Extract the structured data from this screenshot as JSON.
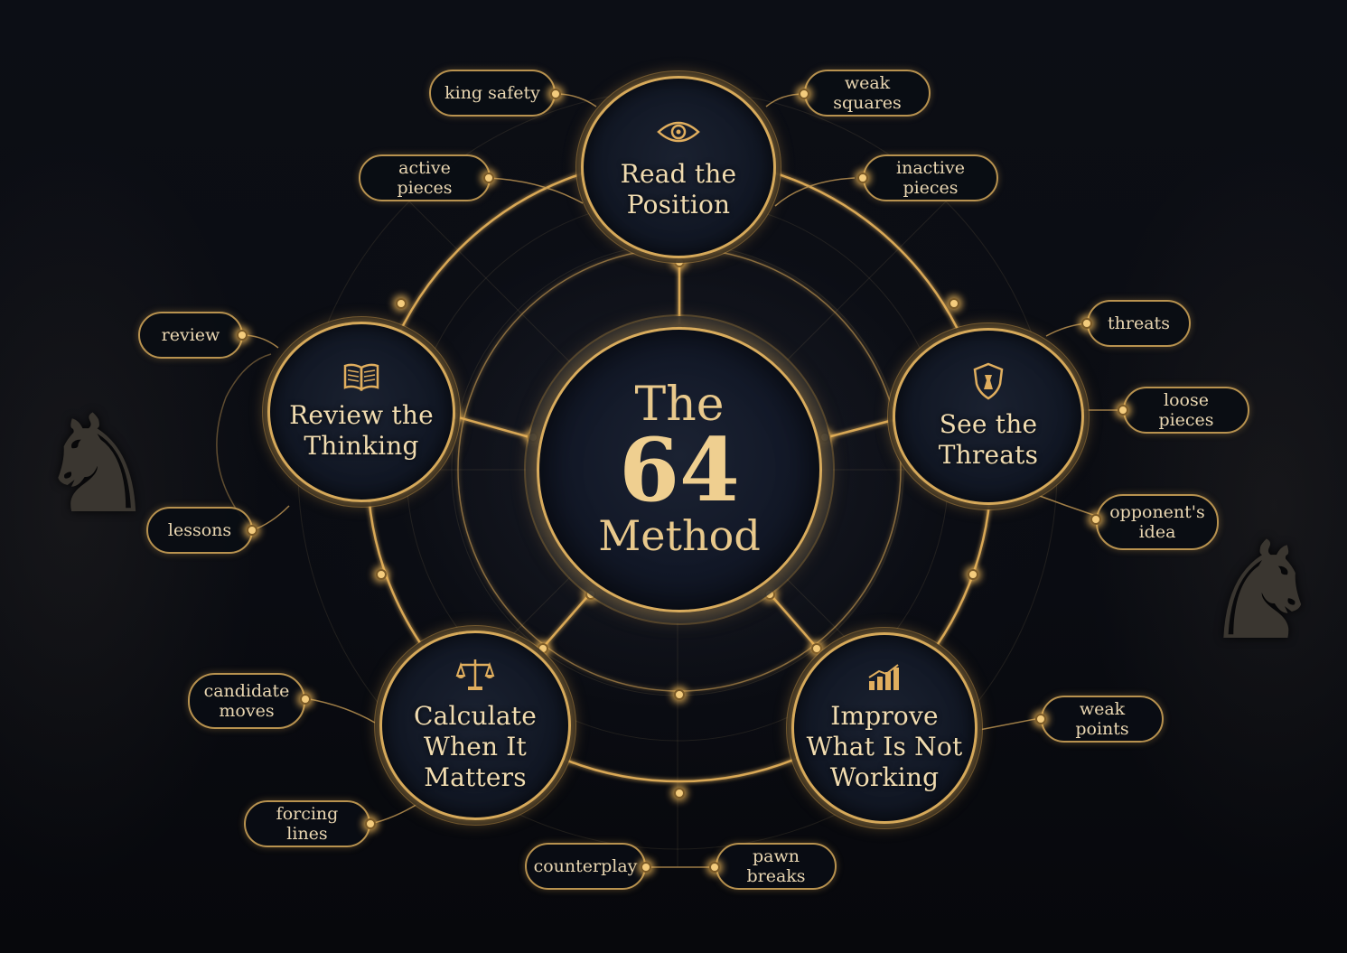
{
  "center": {
    "line1": "The",
    "line2": "64",
    "line3": "Method"
  },
  "nodes": {
    "read_position": {
      "label_line1": "Read the",
      "label_line2": "Position",
      "icon": "eye-icon"
    },
    "see_threats": {
      "label_line1": "See the",
      "label_line2": "Threats",
      "icon": "shield-icon"
    },
    "improve": {
      "label_line1": "Improve",
      "label_line2": "What Is Not",
      "label_line3": "Working",
      "icon": "bar-chart-icon"
    },
    "calculate": {
      "label_line1": "Calculate",
      "label_line2": "When It",
      "label_line3": "Matters",
      "icon": "scales-icon"
    },
    "review": {
      "label_line1": "Review the",
      "label_line2": "Thinking",
      "icon": "book-icon"
    }
  },
  "tags": {
    "king_safety": "king safety",
    "weak_squares": "weak squares",
    "active_pieces": "active pieces",
    "inactive_pieces": "inactive pieces",
    "threats": "threats",
    "loose_pieces": "loose pieces",
    "opponents_idea_1": "opponent's",
    "opponents_idea_2": "idea",
    "weak_points": "weak points",
    "pawn_breaks": "pawn breaks",
    "counterplay": "counterplay",
    "forcing_lines": "forcing lines",
    "candidate_moves_1": "candidate",
    "candidate_moves_2": "moves",
    "lessons": "lessons",
    "review": "review"
  },
  "colors": {
    "gold": "#d6a95a",
    "glow": "#f4cc7d",
    "background": "#0a0c12",
    "text": "#f1dcb0"
  }
}
